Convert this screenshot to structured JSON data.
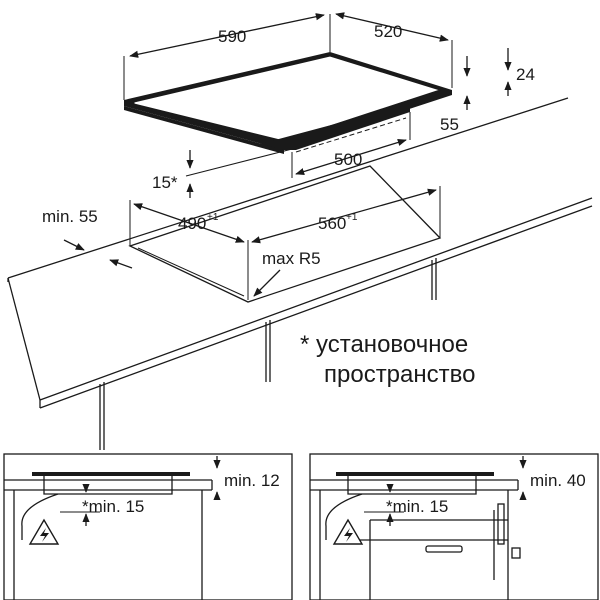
{
  "top_dims": {
    "width": "590",
    "depth": "520",
    "height": "24",
    "below_height": "55",
    "inner_width": "500",
    "clearance": "15*"
  },
  "cutout_dims": {
    "min_wall": "min. 55",
    "depth": "490",
    "depth_tol": "+1",
    "width": "560",
    "width_tol": "+1",
    "radius": "max R5"
  },
  "note": {
    "line1": "* установочное",
    "line2": "пространство"
  },
  "section_left": {
    "top_gap": "min. 12",
    "bottom_gap": "*min. 15"
  },
  "section_right": {
    "top_gap": "min. 40",
    "bottom_gap": "*min. 15"
  },
  "icons": [
    "electrical-warning-icon",
    "electrical-warning-icon"
  ]
}
